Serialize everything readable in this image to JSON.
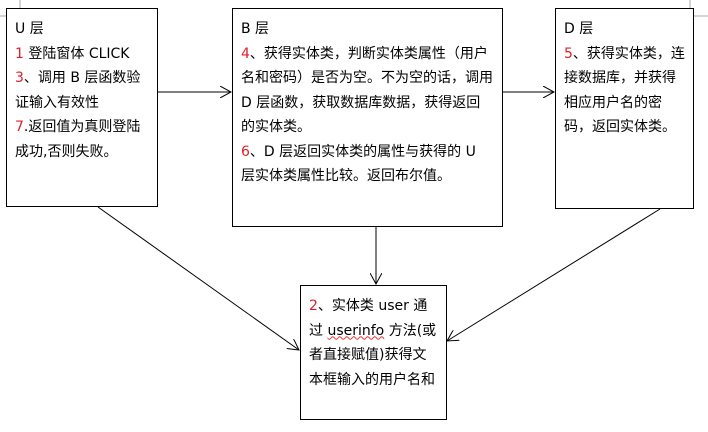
{
  "u_layer": {
    "title": "U 层",
    "lines": [
      {
        "num": "1",
        "text": " 登陆窗体 CLICK"
      },
      {
        "num": "3",
        "text": "、调用 B 层函数验证输入有效性"
      },
      {
        "num": "7",
        "text": ".返回值为真则登陆成功,否则失败。"
      }
    ]
  },
  "b_layer": {
    "title": "B 层",
    "lines": [
      {
        "num": "4",
        "text": "、获得实体类，判断实体类属性（用户名和密码）是否为空。不为空的话，调用 D 层函数，获取数据库数据，获得返回的实体类。"
      },
      {
        "num": "6",
        "text": "、D 层返回实体类的属性与获得的 U 层实体类属性比较。返回布尔值。"
      }
    ]
  },
  "d_layer": {
    "title": "D 层",
    "lines": [
      {
        "num": "5",
        "text": "、获得实体类，连接数据库，并获得相应用户名的密码，返回实体类。"
      }
    ]
  },
  "entity_box": {
    "num": "2",
    "text_before": "、实体类 user 通过 ",
    "method": "userinfo",
    "text_after": " 方法(或者直接赋值)获得文本框输入的用户名和"
  },
  "colors": {
    "step_number": "#e0202a",
    "line": "#000000"
  }
}
